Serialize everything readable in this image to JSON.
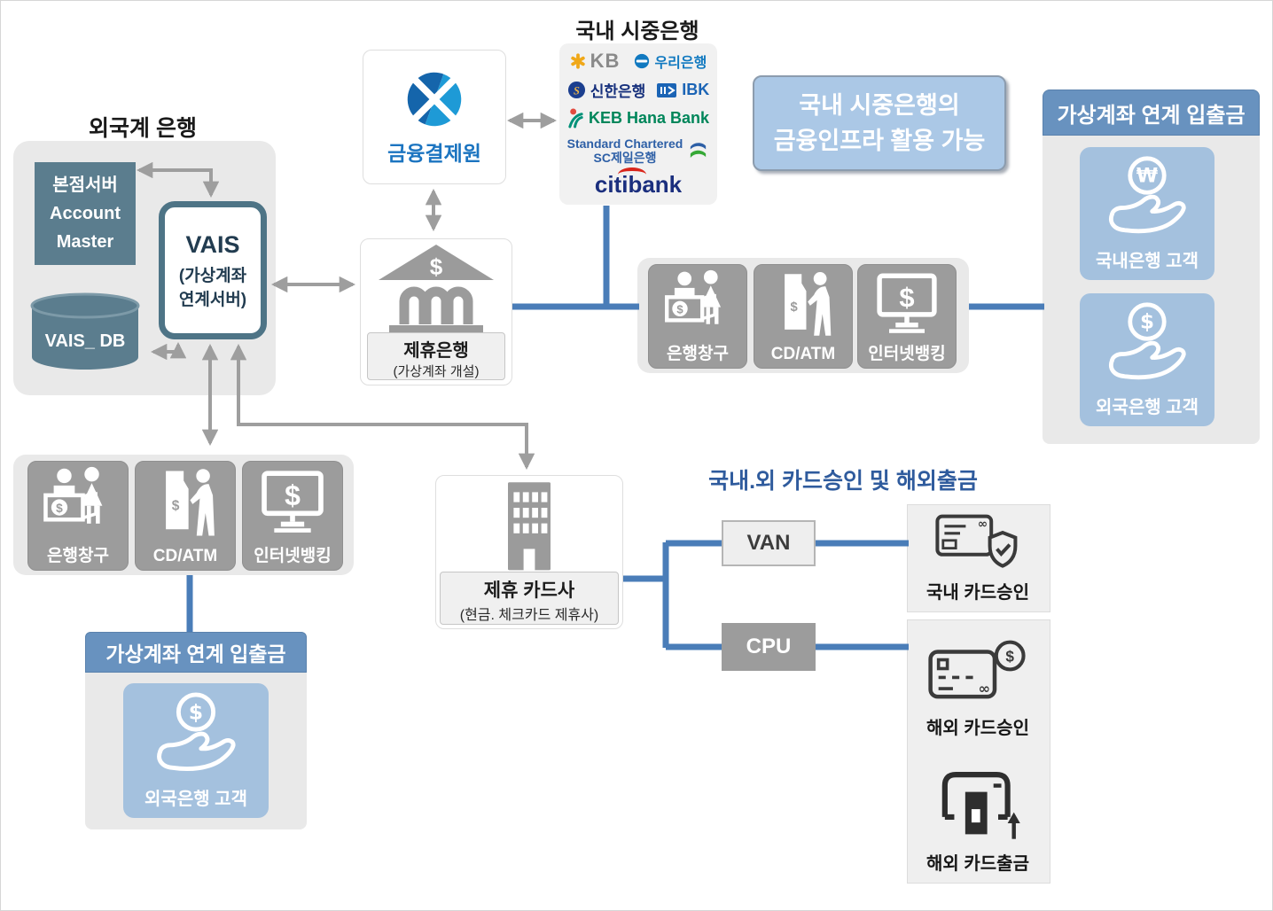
{
  "diagram": {
    "foreign_bank": {
      "title": "외국계 은행",
      "head_office_server": {
        "line1": "본점서버",
        "line2": "Account",
        "line3": "Master"
      },
      "vais": {
        "title": "VAIS",
        "sub_line1": "(가상계좌",
        "sub_line2": "연계서버)"
      },
      "db_label": "VAIS_ DB"
    },
    "kftc": {
      "label": "금융결제원"
    },
    "domestic_banks": {
      "title": "국내 시중은행",
      "kb": "KB",
      "woori": "우리은행",
      "shinhan": "신한은행",
      "ibk": "IBK",
      "keb": "KEB Hana Bank",
      "sc_line1": "Standard Chartered",
      "sc_line2": "SC제일은행",
      "citibank": "citibank"
    },
    "callout": {
      "line1": "국내 시중은행의",
      "line2": "금융인프라 활용 가능"
    },
    "partner_bank": {
      "title": "제휴은행",
      "subtitle": "(가상계좌 개설)"
    },
    "channels": {
      "teller": "은행창구",
      "atm": "CD/ATM",
      "internet": "인터넷뱅킹"
    },
    "va_right": {
      "header": "가상계좌 연계 입출금",
      "tile1": {
        "currency": "₩",
        "label": "국내은행 고객"
      },
      "tile2": {
        "currency": "$",
        "label": "외국은행 고객"
      }
    },
    "va_left": {
      "header": "가상계좌 연계 입출금",
      "tile": {
        "currency": "$",
        "label": "외국은행 고객"
      }
    },
    "card_company": {
      "title": "제휴 카드사",
      "subtitle": "(현금. 체크카드 제휴사)"
    },
    "card_flow": {
      "title": "국내.외 카드승인 및 해외출금",
      "van": "VAN",
      "cpu": "CPU",
      "domestic_approval": "국내 카드승인",
      "overseas_approval": "해외 카드승인",
      "overseas_withdrawal": "해외 카드출금"
    },
    "colors": {
      "accent_blue_line": "#4a7db8",
      "header_blue": "#6892bf",
      "tile_blue": "#a4c1de",
      "slate": "#5b7d8e",
      "tile_gray": "#9c9c9c",
      "arrow_gray": "#9e9e9e"
    }
  }
}
